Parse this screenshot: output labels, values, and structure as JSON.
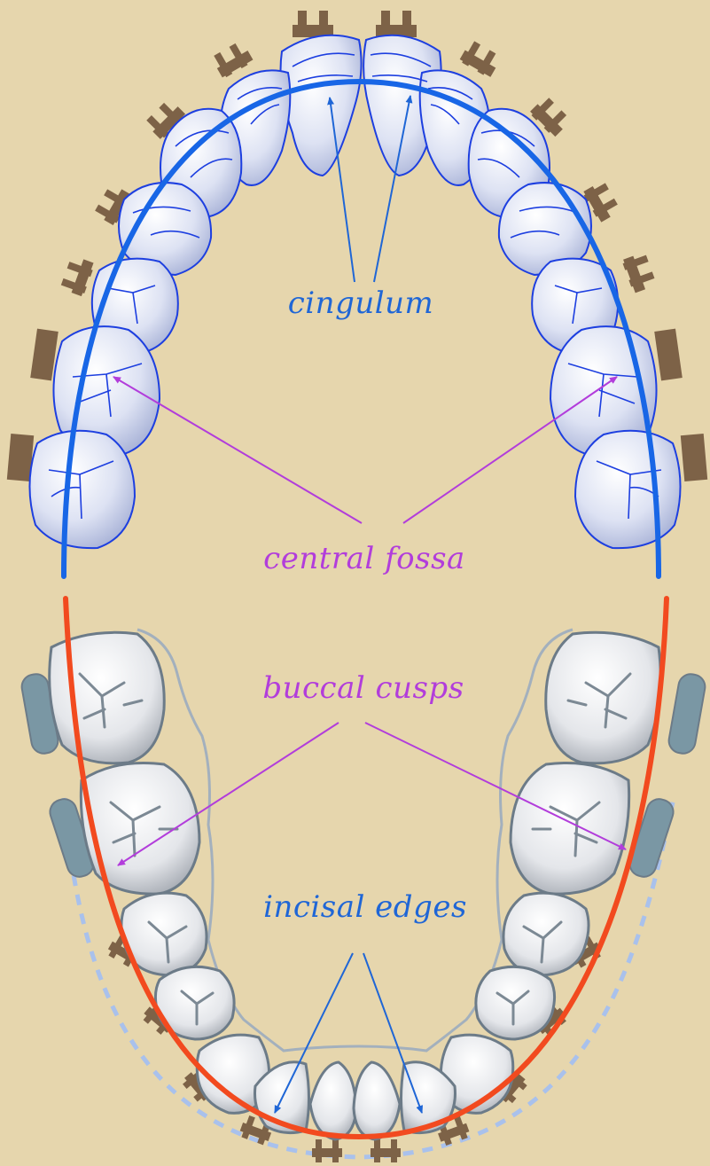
{
  "labels": {
    "cingulum": "cingulum",
    "central_fossa": "central fossa",
    "buccal_cusps": "buccal cusps",
    "incisal_edges": "incisal edges"
  },
  "colors": {
    "background": "#e6d6ad",
    "upper_arch_curve": "#1866e6",
    "lower_arch_curve": "#f24a1f",
    "upper_tooth_outline": "#1d3fe0",
    "upper_tooth_fill": "#dfe3f3",
    "lower_tooth_outline": "#6c7b88",
    "lower_tooth_fill": "#ecedf0",
    "bracket": "#7d6247",
    "blue_label": "#1f66d6",
    "purple_label": "#b23ddb",
    "dashed_outline": "#a9c1ec"
  }
}
